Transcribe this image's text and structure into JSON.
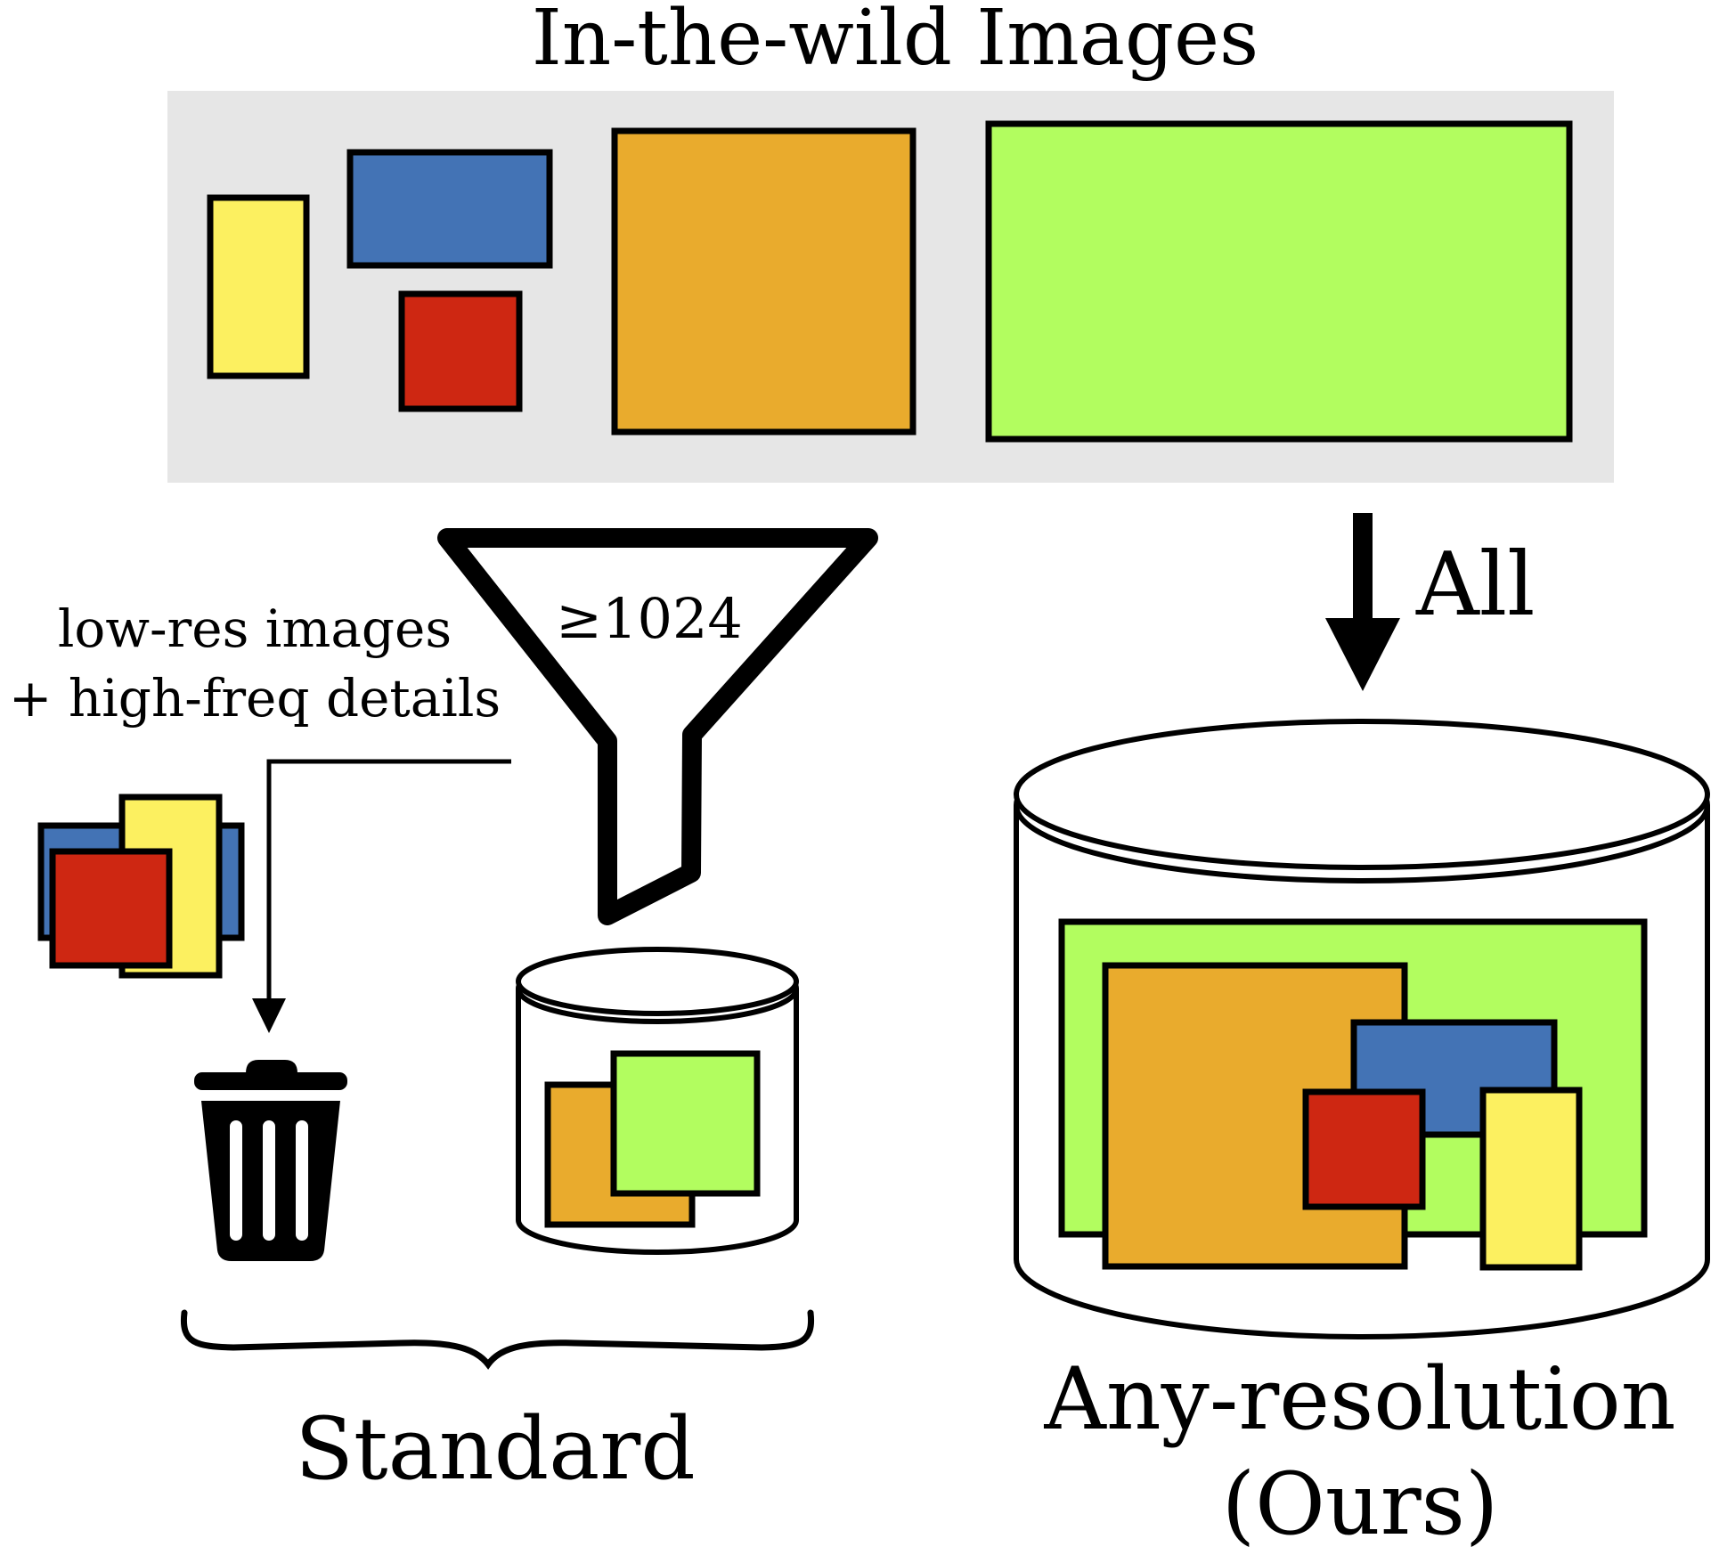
{
  "title": "In-the-wild Images",
  "filter": {
    "threshold_label": "≥1024"
  },
  "discard_note": {
    "line1": "low-res images",
    "line2": "+ high-freq details"
  },
  "all_label": "All",
  "standard_label": "Standard",
  "anyres_label": {
    "line1": "Any-resolution",
    "line2": "(Ours)"
  },
  "colors": {
    "panel_bg": "#e6e6e6",
    "yellow": "#fcf060",
    "blue": "#4373b5",
    "red": "#ce2712",
    "orange": "#e9ab2d",
    "green": "#b2fd5f",
    "ink": "#000000"
  },
  "icons": [
    "funnel-icon",
    "trash-can-icon",
    "database-cylinder-icon",
    "down-arrow-icon",
    "curly-brace-icon"
  ]
}
